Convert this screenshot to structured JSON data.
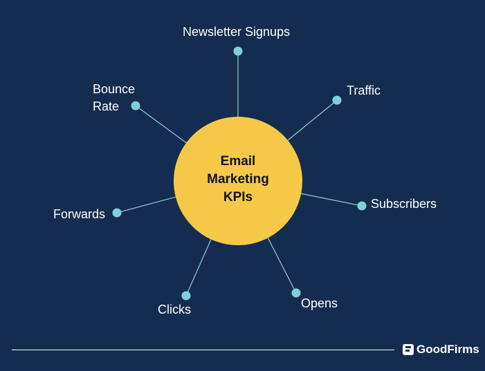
{
  "colors": {
    "background": "#142c4f",
    "center_fill": "#f5c947",
    "node_fill": "#7fd0dc",
    "line": "#8fcfd9",
    "label_text": "#ffffff"
  },
  "center": {
    "lines": [
      "Email",
      "Marketing",
      "KPIs"
    ]
  },
  "nodes": [
    {
      "id": "newsletter",
      "label": "Newsletter Signups"
    },
    {
      "id": "traffic",
      "label": "Traffic"
    },
    {
      "id": "subscribers",
      "label": "Subscribers"
    },
    {
      "id": "opens",
      "label": "Opens"
    },
    {
      "id": "clicks",
      "label": "Clicks"
    },
    {
      "id": "forwards",
      "label": "Forwards"
    },
    {
      "id": "bounce",
      "label_lines": [
        "Bounce",
        "Rate"
      ]
    }
  ],
  "brand": {
    "name": "GoodFirms",
    "icon": "goodfirms-logo-icon"
  }
}
